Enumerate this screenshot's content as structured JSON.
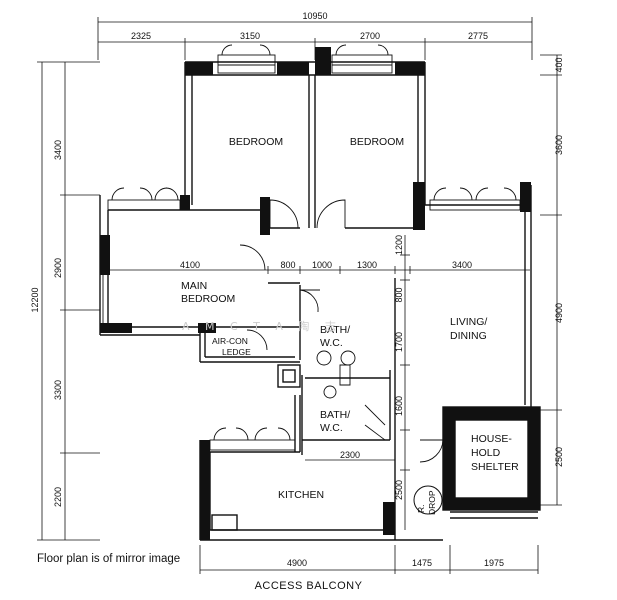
{
  "rooms": {
    "bedroom_1": "BEDROOM",
    "bedroom_2": "BEDROOM",
    "main_bedroom": [
      "MAIN",
      "BEDROOM"
    ],
    "living_dining": [
      "LIVING/",
      "DINING"
    ],
    "bath_1": [
      "BATH/",
      "W.C."
    ],
    "bath_2": [
      "BATH/",
      "W.C."
    ],
    "aircon_ledge": [
      "AIR-CON",
      "LEDGE"
    ],
    "household_shelter": [
      "HOUSE-",
      "HOLD",
      "SHELTER"
    ],
    "kitchen": "KITCHEN",
    "refuse_chute": [
      "R.",
      "DROP"
    ]
  },
  "dimensions": {
    "overall_width": "10950",
    "top": [
      "2325",
      "3150",
      "2700",
      "2775"
    ],
    "overall_height": "12200",
    "left": [
      "3400",
      "2900",
      "3300",
      "2200"
    ],
    "right": [
      "400",
      "3600",
      "4900",
      "2500"
    ],
    "interior": {
      "main_bedroom_width": "4100",
      "door_gaps": [
        "800",
        "1000",
        "1300"
      ],
      "living_width": "3400",
      "corridor_vertical": [
        "1200",
        "800",
        "1700",
        "1600",
        "2500"
      ],
      "bath_width": "2300"
    },
    "bottom": [
      "4900",
      "1475",
      "1975"
    ]
  },
  "note": "Floor plan is of mirror image",
  "footer_label": "ACCESS BALCONY",
  "watermark": "A M C T A    陶 志"
}
